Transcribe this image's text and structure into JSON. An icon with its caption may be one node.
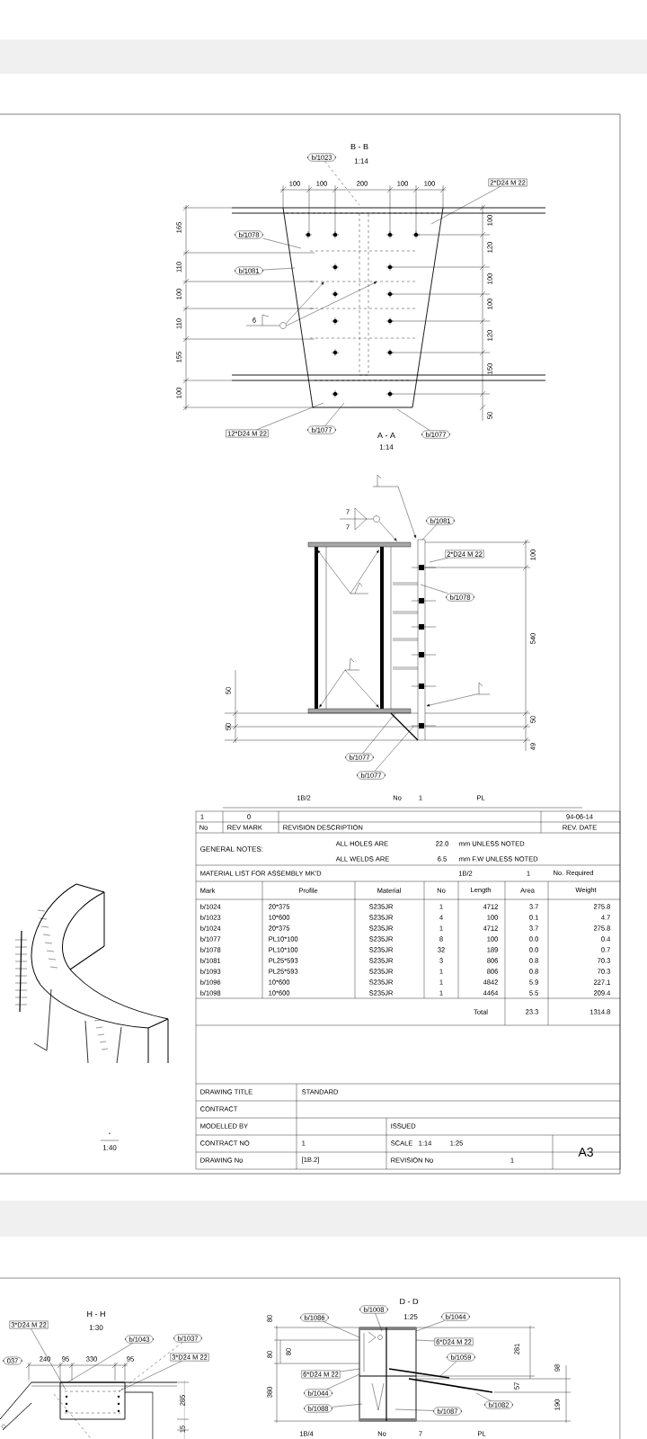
{
  "diagram": {
    "nodes": [
      {
        "text": [
          "b/1023"
        ]
      },
      {
        "text": [
          "2*D24 M 22"
        ]
      },
      {
        "text": [
          "b/1078"
        ]
      },
      {
        "text": [
          "b/1081"
        ]
      },
      {
        "text": [
          "12*D24 M 22"
        ]
      },
      {
        "text": [
          "b/1077"
        ]
      },
      {
        "text": [
          "b/1077"
        ]
      },
      {
        "text": [
          "b/1081"
        ]
      },
      {
        "text": [
          "2*D24 M 22"
        ]
      },
      {
        "text": [
          "b/1078"
        ]
      },
      {
        "text": [
          "b/1077"
        ]
      },
      {
        "text": [
          "b/1077"
        ]
      },
      {
        "text": [
          "3*D24 M 22"
        ]
      },
      {
        "text": [
          "b/1043"
        ]
      },
      {
        "text": [
          "b/1037"
        ]
      },
      {
        "text": [
          "037"
        ]
      },
      {
        "text": [
          "3*D24 M 22"
        ]
      },
      {
        "text": [
          "b/1008"
        ]
      },
      {
        "text": [
          "b/1086"
        ]
      },
      {
        "text": [
          "b/1044"
        ]
      },
      {
        "text": [
          "6*D24 M 22"
        ]
      },
      {
        "text": [
          "b/1059"
        ]
      },
      {
        "text": [
          "6*D24 M 22"
        ]
      },
      {
        "text": [
          "b/1044"
        ]
      },
      {
        "text": [
          "b/1088"
        ]
      },
      {
        "text": [
          "b/1087"
        ]
      },
      {
        "text": [
          "b/1082"
        ]
      }
    ],
    "edges": [
      {
        "from": 0,
        "to": null,
        "arrow": "none",
        "style": "dashed"
      },
      {
        "from": 1,
        "to": null,
        "arrow": "none"
      },
      {
        "from": 2,
        "to": null,
        "arrow": "none"
      },
      {
        "from": 3,
        "to": null,
        "arrow": "none"
      },
      {
        "from": 4,
        "to": null,
        "arrow": "none"
      },
      {
        "from": 5,
        "to": null,
        "arrow": "none"
      },
      {
        "from": 6,
        "to": null,
        "arrow": "none"
      },
      {
        "from": 7,
        "to": null,
        "arrow": "none"
      },
      {
        "from": 8,
        "to": null,
        "arrow": "none"
      },
      {
        "from": 9,
        "to": null,
        "arrow": "none"
      },
      {
        "from": 10,
        "to": null,
        "arrow": "none"
      },
      {
        "from": 11,
        "to": null,
        "arrow": "none"
      },
      {
        "from": 12,
        "to": null,
        "arrow": "none"
      },
      {
        "from": 13,
        "to": null,
        "arrow": "none"
      },
      {
        "from": 14,
        "to": null,
        "arrow": "none",
        "style": "dashed"
      },
      {
        "from": 16,
        "to": null,
        "arrow": "none"
      },
      {
        "from": 17,
        "to": null,
        "arrow": "none"
      },
      {
        "from": 18,
        "to": null,
        "arrow": "none"
      },
      {
        "from": 19,
        "to": null,
        "arrow": "none"
      },
      {
        "from": 20,
        "to": null,
        "arrow": "none"
      },
      {
        "from": 21,
        "to": null,
        "arrow": "none"
      },
      {
        "from": 22,
        "to": null,
        "arrow": "none"
      },
      {
        "from": 23,
        "to": null,
        "arrow": "none"
      },
      {
        "from": 24,
        "to": null,
        "arrow": "none"
      },
      {
        "from": 25,
        "to": null,
        "arrow": "none"
      },
      {
        "from": 26,
        "to": null,
        "arrow": "none"
      }
    ],
    "labels": [
      "B - B",
      "1:14",
      "100",
      "100",
      "200",
      "100",
      "100",
      "165",
      "110",
      "100",
      "110",
      "155",
      "100",
      "100",
      "120",
      "100",
      "100",
      "120",
      "150",
      "50",
      "6",
      "A - A",
      "1:14",
      "7",
      "7",
      "100",
      "540",
      "50",
      "49",
      "50",
      "50",
      "1B/2",
      "No",
      "1",
      "PL",
      "1",
      "0",
      "94-06-14",
      "No",
      "REV MARK",
      "REVISION DESCRIPTION",
      "REV. DATE",
      "GENERAL NOTES:",
      "ALL HOLES ARE",
      "22.0",
      "mm UNLESS NOTED",
      "ALL WELDS ARE",
      "6.5",
      "mm F.W UNLESS NOTED",
      "MATERIAL LIST FOR ASSEMBLY MK'D",
      "1B/2",
      "1",
      "No. Required",
      "Mark",
      "Profile",
      "Material",
      "No",
      "Length",
      "Area",
      "Weight",
      "b/1024",
      "20*375",
      "S235JR",
      "1",
      "4712",
      "3.7",
      "275.8",
      "b/1023",
      "10*600",
      "S235JR",
      "4",
      "100",
      "0.1",
      "4.7",
      "b/1024",
      "20*375",
      "S235JR",
      "1",
      "4712",
      "3.7",
      "275.8",
      "b/1077",
      "PL10*100",
      "S235JR",
      "8",
      "100",
      "0.0",
      "0.4",
      "b/1078",
      "PL10*100",
      "S235JR",
      "32",
      "189",
      "0.0",
      "0.7",
      "b/1081",
      "PL25*593",
      "S235JR",
      "3",
      "806",
      "0.8",
      "70.3",
      "b/1093",
      "PL25*593",
      "S235JR",
      "1",
      "806",
      "0.8",
      "70.3",
      "b/1096",
      "10*600",
      "S235JR",
      "1",
      "4842",
      "5.9",
      "227.1",
      "b/1098",
      "10*600",
      "S235JR",
      "1",
      "4464",
      "5.5",
      "209.4",
      "Total",
      "23.3",
      "1314.8",
      "DRAWING TITLE",
      "STANDARD",
      "CONTRACT",
      "MODELLED BY",
      "ISSUED",
      "CONTRACT NO",
      "1",
      "SCALE",
      "1:14",
      "1:25",
      "DRAWING No",
      "[1B.2]",
      "REVISION No",
      "1",
      "A3",
      "-",
      "1:40",
      "H - H",
      "1:30",
      "240",
      "95",
      "330",
      "95",
      "285",
      "15",
      "D - D",
      "1:25",
      "80",
      "80",
      "80",
      "380",
      "281",
      "98",
      "57",
      "190",
      "1B/4",
      "No",
      "7",
      "PL"
    ]
  }
}
